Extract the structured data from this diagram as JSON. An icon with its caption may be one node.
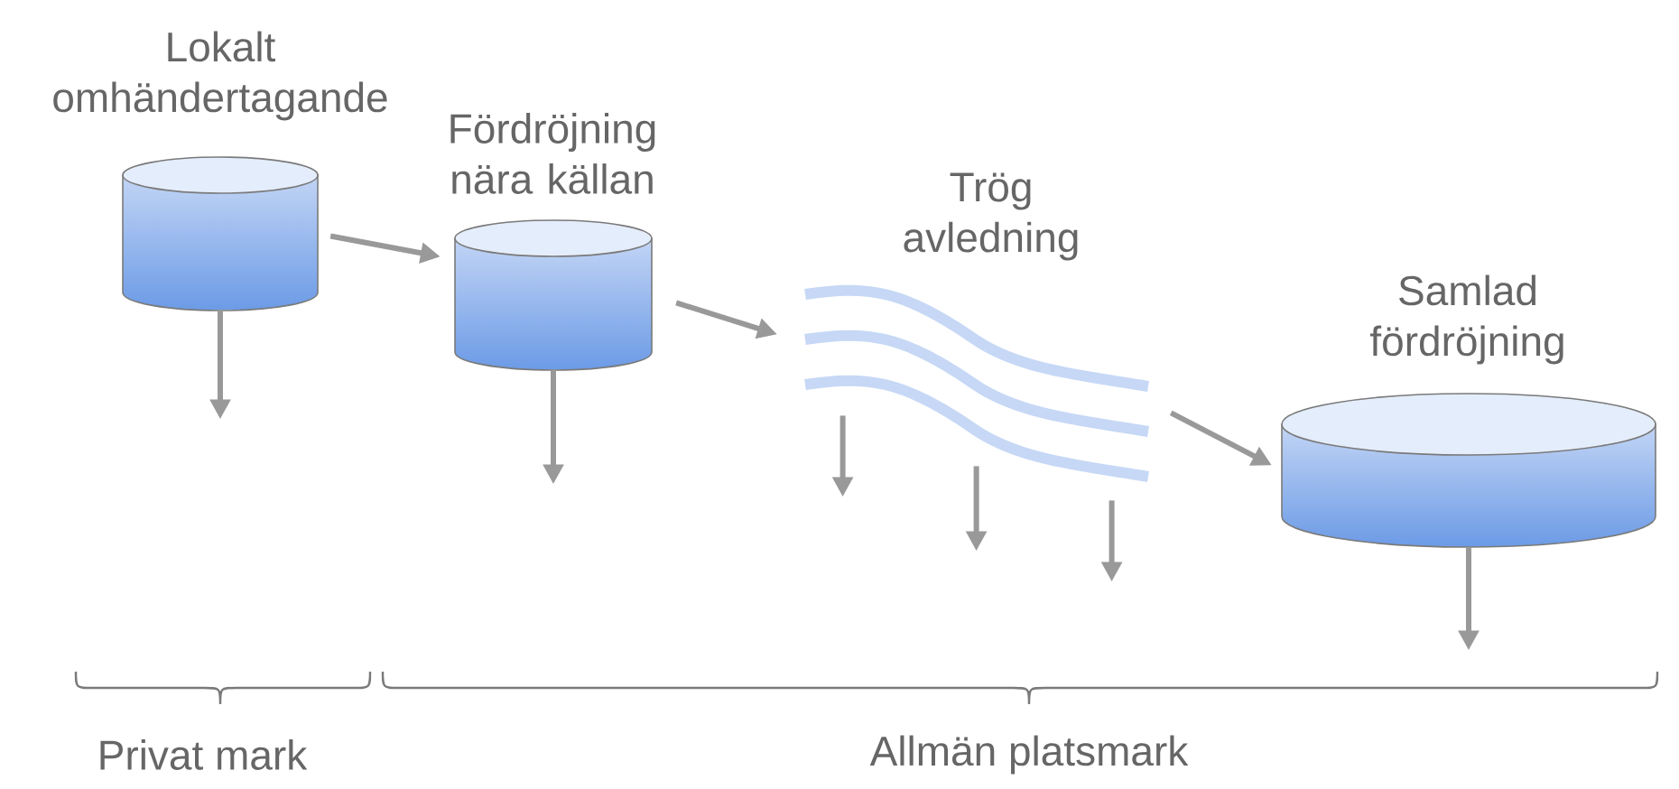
{
  "diagram": {
    "nodes": [
      {
        "text": [
          "Lokalt omhändertagande"
        ]
      },
      {
        "text": [
          "Fördröjning nära källan"
        ]
      },
      {
        "text": [
          "Trög avledning"
        ]
      },
      {
        "text": [
          "Samlad fördröjning"
        ]
      }
    ],
    "edges": [
      {
        "from": 0,
        "to": 1,
        "arrow": "to"
      },
      {
        "from": 1,
        "to": 2,
        "arrow": "to"
      },
      {
        "from": 2,
        "to": 3,
        "arrow": "to"
      },
      {
        "from": 0,
        "to": null,
        "arrow": "to"
      },
      {
        "from": 1,
        "to": null,
        "arrow": "to"
      },
      {
        "from": 2,
        "to": null,
        "arrow": "to"
      },
      {
        "from": 2,
        "to": null,
        "arrow": "to"
      },
      {
        "from": 2,
        "to": null,
        "arrow": "to"
      },
      {
        "from": 3,
        "to": null,
        "arrow": "to"
      }
    ],
    "labels": [
      "Privat mark",
      "Allmän platsmark"
    ]
  }
}
